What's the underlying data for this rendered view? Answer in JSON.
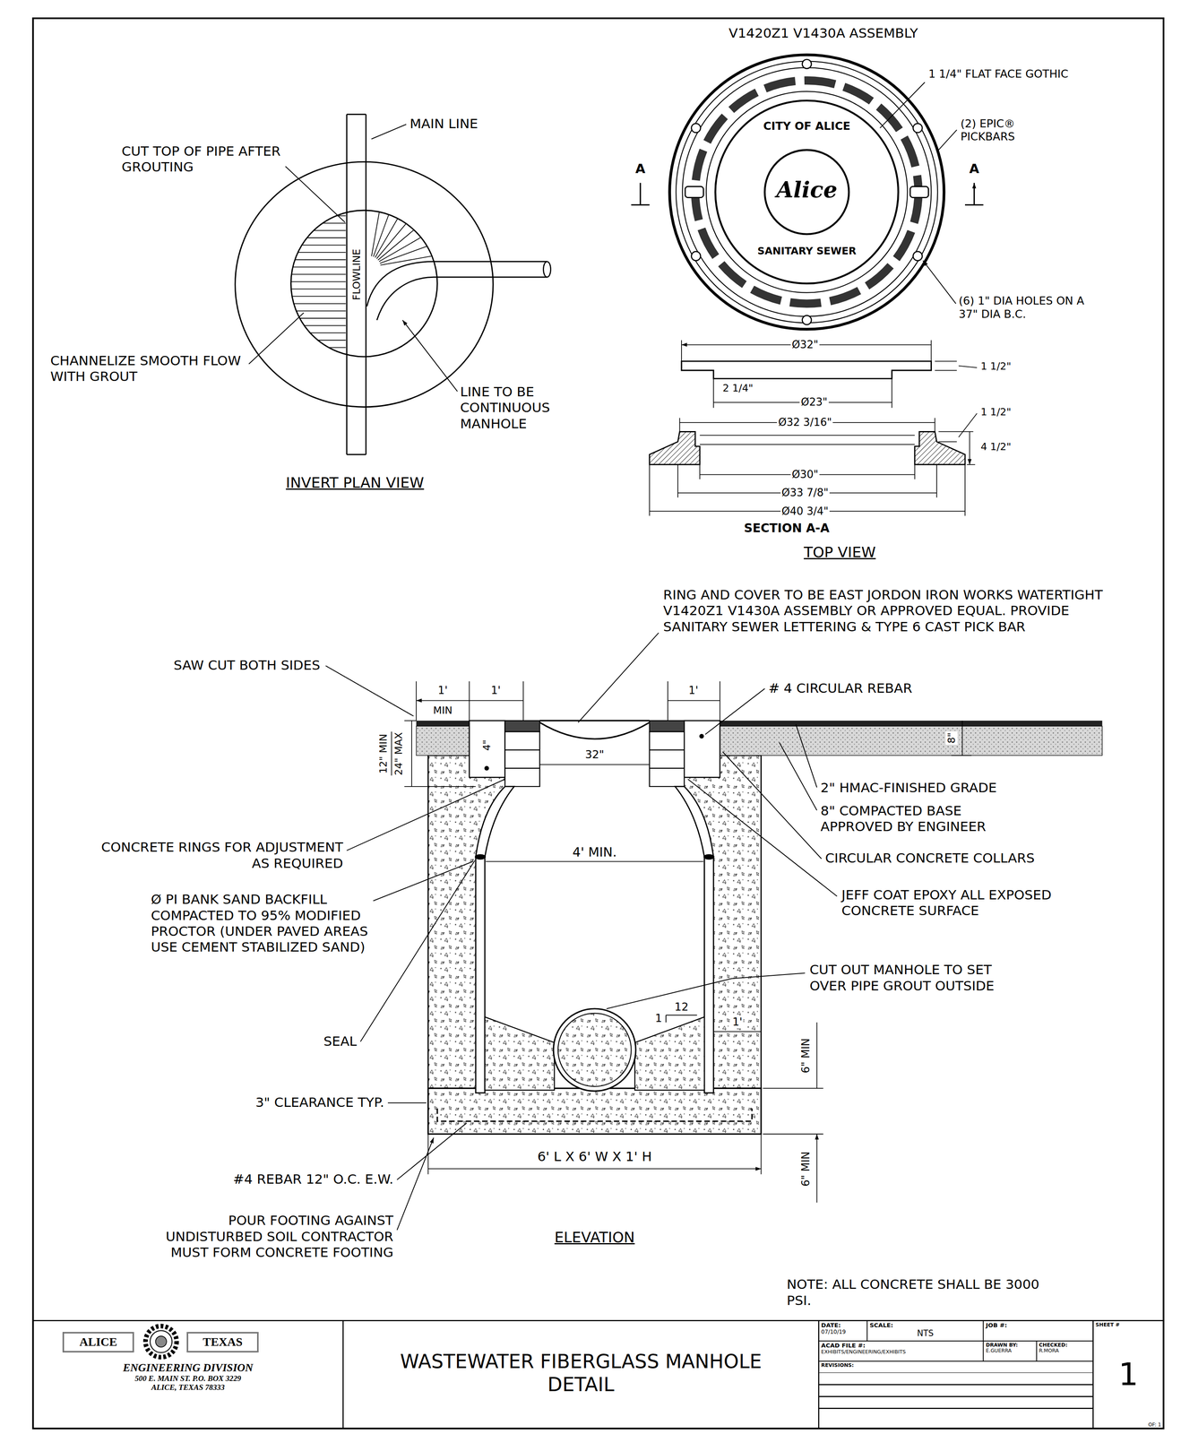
{
  "diagram": {
    "title": "WASTEWATER FIBERGLASS MANHOLE DETAIL",
    "nodes": [
      {
        "text": [
          "ENGINEERING DIVISION",
          "500 E. MAIN ST. P.O. BOX 3229",
          "ALICE, TEXAS 78333"
        ]
      },
      {
        "text": [
          "ALICE"
        ],
        "in": 0
      },
      {
        "text": [
          "TEXAS"
        ],
        "in": 0
      },
      {
        "text": [
          "DATE:",
          "07/10/19"
        ]
      },
      {
        "text": [
          "SCALE:",
          "NTS"
        ]
      },
      {
        "text": [
          "JOB #:"
        ]
      },
      {
        "text": [
          "ACAD FILE #:",
          "EXHIBITS/ENGINEERING/EXHIBITS"
        ]
      },
      {
        "text": [
          "DRAWN BY:",
          "E.GUERRA"
        ]
      },
      {
        "text": [
          "CHECKED:",
          "R.MORA"
        ]
      },
      {
        "text": [
          "REVISIONS:"
        ]
      },
      {
        "text": [
          "SHEET #",
          "1",
          "OF: 1"
        ]
      }
    ],
    "labels": [
      "MAIN LINE",
      "CUT TOP OF PIPE AFTER GROUTING",
      "FLOWLINE",
      "CHANNELIZE SMOOTH FLOW WITH GROUT",
      "LINE TO BE CONTINUOUS MANHOLE",
      "INVERT PLAN VIEW",
      "V1420Z1 V1430A ASSEMBLY",
      "1 1/4\" FLAT FACE GOTHIC",
      "(2) EPIC® PICKBARS",
      "A",
      "A",
      "CITY OF ALICE",
      "Alice",
      "SANITARY SEWER",
      "(6) 1\" DIA HOLES ON A 37\" DIA B.C.",
      "Ø32\"",
      "2 1/4\"",
      "Ø23\"",
      "1 1/2\"",
      "Ø32 3/16\"",
      "1 1/2\"",
      "4 1/2\"",
      "Ø30\"",
      "Ø33 7/8\"",
      "Ø40 3/4\"",
      "SECTION A-A",
      "TOP VIEW",
      "RING AND COVER TO BE EAST JORDON IRON WORKS WATERTIGHT V1420Z1 V1430A ASSEMBLY OR APPROVED EQUAL. PROVIDE SANITARY SEWER LETTERING & TYPE 6 CAST PICK BAR",
      "SAW CUT BOTH SIDES",
      "1'",
      "MIN",
      "1'",
      "1'",
      "# 4 CIRCULAR REBAR",
      "4\"",
      "32\"",
      "8\"",
      "2\" HMAC-FINISHED GRADE",
      "8\" COMPACTED BASE APPROVED BY ENGINEER",
      "12\" MIN",
      "24\" MAX",
      "CONCRETE RINGS FOR ADJUSTMENT AS REQUIRED",
      "4' MIN.",
      "CIRCULAR CONCRETE COLLARS",
      "Ø PI BANK SAND BACKFILL COMPACTED TO 95% MODIFIED PROCTOR (UNDER PAVED AREAS USE CEMENT STABILIZED SAND)",
      "JEFF COAT EPOXY ALL EXPOSED CONCRETE SURFACE",
      "CUT OUT MANHOLE TO SET OVER PIPE GROUT OUTSIDE",
      "SEAL",
      "12",
      "1",
      "1'",
      "6\" MIN",
      "3\" CLEARANCE TYP.",
      "6' L X 6' W X 1' H",
      "6\" MIN",
      "#4 REBAR 12\" O.C. E.W.",
      "POUR FOOTING AGAINST UNDISTURBED SOIL CONTRACTOR MUST FORM CONCRETE FOOTING",
      "ELEVATION",
      "NOTE: ALL CONCRETE SHALL BE 3000 PSI."
    ]
  }
}
